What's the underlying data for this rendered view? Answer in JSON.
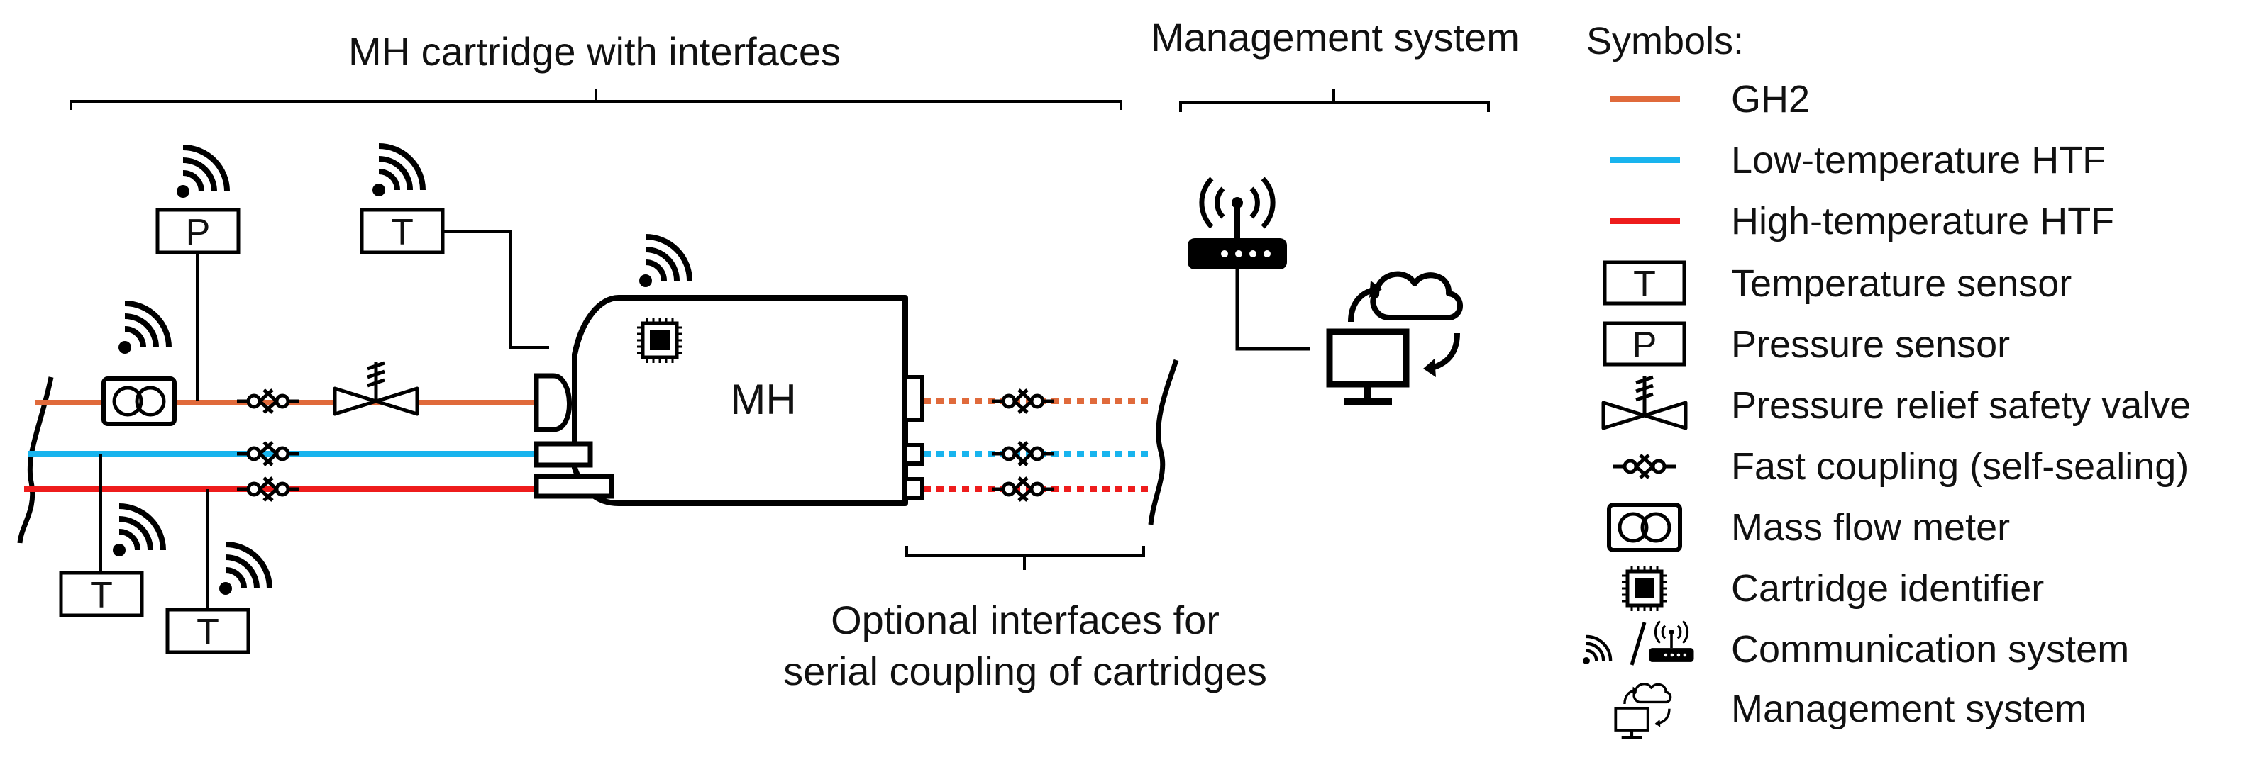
{
  "titles": {
    "cartridge": "MH cartridge with interfaces",
    "management": "Management system",
    "optional_line1": "Optional interfaces for",
    "optional_line2": "serial coupling of cartridges"
  },
  "main_unit_label": "MH",
  "sensor_letters": {
    "temperature": "T",
    "pressure": "P"
  },
  "legend": {
    "heading": "Symbols:",
    "items": [
      {
        "id": "gh2",
        "label": "GH2"
      },
      {
        "id": "low-temp",
        "label": "Low-temperature HTF"
      },
      {
        "id": "high-temp",
        "label": "High-temperature HTF"
      },
      {
        "id": "temp-sensor",
        "label": "Temperature sensor"
      },
      {
        "id": "pressure-sensor",
        "label": "Pressure sensor"
      },
      {
        "id": "relief-valve",
        "label": "Pressure relief safety valve"
      },
      {
        "id": "fast-coupling",
        "label": "Fast coupling (self-sealing)"
      },
      {
        "id": "mass-flow",
        "label": "Mass flow meter"
      },
      {
        "id": "cartridge-id",
        "label": "Cartridge identifier"
      },
      {
        "id": "communication",
        "label": "Communication system"
      },
      {
        "id": "management",
        "label": "Management system"
      }
    ]
  },
  "colors": {
    "gh2": "#E06A3B",
    "low_temp_htf": "#18B4EE",
    "high_temp_htf": "#EE1C1C",
    "stroke": "#000000"
  }
}
